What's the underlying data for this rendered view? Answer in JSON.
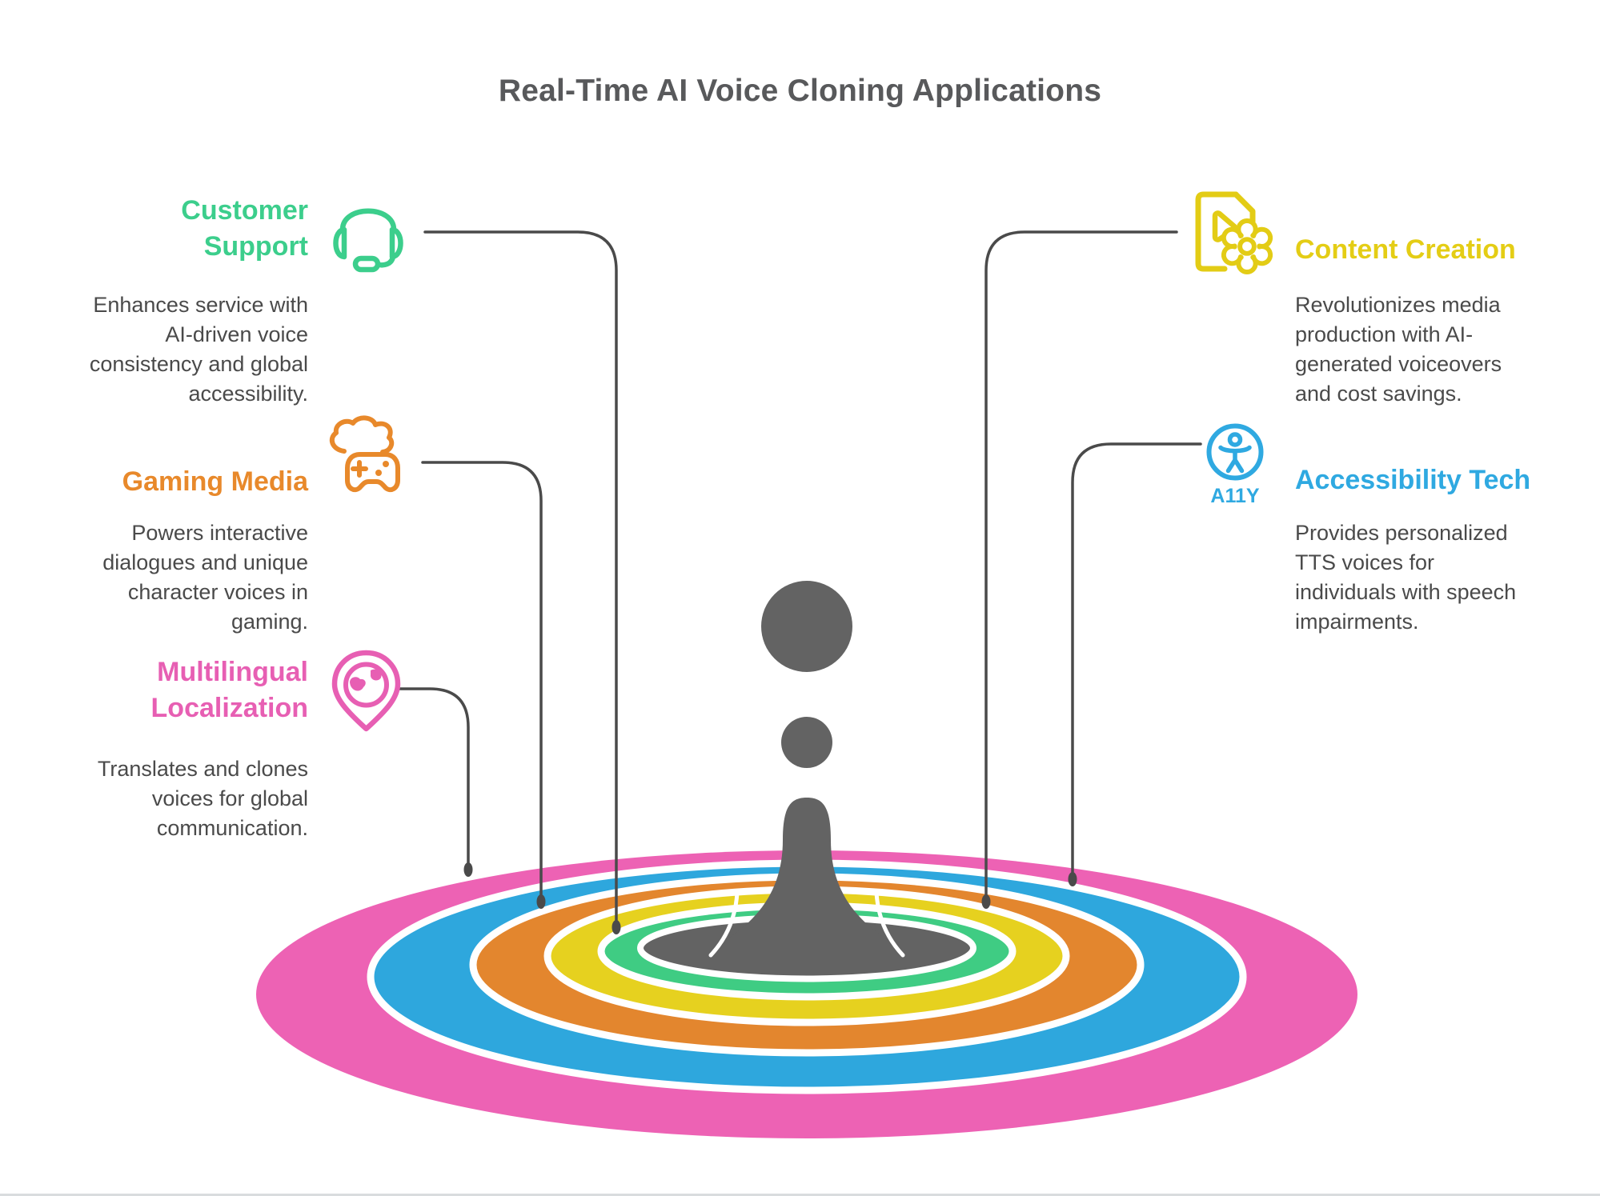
{
  "title": "Real-Time AI Voice Cloning Applications",
  "colors": {
    "green": "#3CCE8C",
    "orange": "#E8892B",
    "pink": "#E75FB3",
    "yellow": "#E4CD15",
    "blue": "#2FA9E1",
    "splash_gray": "#636363",
    "body_text": "#4A4A4A",
    "title_text": "#58595B",
    "connector": "#4A4A4A"
  },
  "sections": [
    {
      "id": "customer-support",
      "side": "left",
      "color": "#3CCE8C",
      "icon": "headset-icon",
      "title": "Customer Support",
      "title_lines": [
        "Customer",
        "Support"
      ],
      "description": "Enhances service with AI-driven voice consistency and global accessibility.",
      "description_lines": [
        "Enhances service with",
        "AI-driven voice",
        "consistency and global",
        "accessibility."
      ]
    },
    {
      "id": "gaming-media",
      "side": "left",
      "color": "#E8892B",
      "icon": "cloud-gaming-icon",
      "title": "Gaming Media",
      "title_lines": [
        "Gaming Media"
      ],
      "description": "Powers interactive dialogues and unique character voices in gaming.",
      "description_lines": [
        "Powers interactive",
        "dialogues and unique",
        "character voices in",
        "gaming."
      ]
    },
    {
      "id": "multilingual-localization",
      "side": "left",
      "color": "#E75FB3",
      "icon": "globe-pin-icon",
      "title": "Multilingual Localization",
      "title_lines": [
        "Multilingual",
        "Localization"
      ],
      "description": "Translates and clones voices for global communication.",
      "description_lines": [
        "Translates and clones",
        "voices for global",
        "communication."
      ]
    },
    {
      "id": "content-creation",
      "side": "right",
      "color": "#E4CD15",
      "icon": "document-media-gear-icon",
      "title": "Content Creation",
      "title_lines": [
        "Content Creation"
      ],
      "description": "Revolutionizes media production with AI-generated voiceovers and cost savings.",
      "description_lines": [
        "Revolutionizes media",
        "production with AI-",
        "generated voiceovers",
        "and cost savings."
      ]
    },
    {
      "id": "accessibility-tech",
      "side": "right",
      "color": "#2FA9E1",
      "icon": "a11y-icon",
      "icon_label": "A11Y",
      "title": "Accessibility Tech",
      "title_lines": [
        "Accessibility Tech"
      ],
      "description": "Provides personalized TTS voices for individuals with speech impairments.",
      "description_lines": [
        "Provides personalized",
        "TTS voices for",
        "individuals with speech",
        "impairments."
      ]
    }
  ],
  "ripple": {
    "splash_color": "#636363",
    "rings": [
      {
        "name": "pink",
        "color": "#ED62B4"
      },
      {
        "name": "blue",
        "color": "#2EA7DD"
      },
      {
        "name": "orange",
        "color": "#E3862E"
      },
      {
        "name": "yellow",
        "color": "#E6D11F"
      },
      {
        "name": "green",
        "color": "#3FCC83"
      },
      {
        "name": "gray-center",
        "color": "#636363"
      }
    ]
  }
}
